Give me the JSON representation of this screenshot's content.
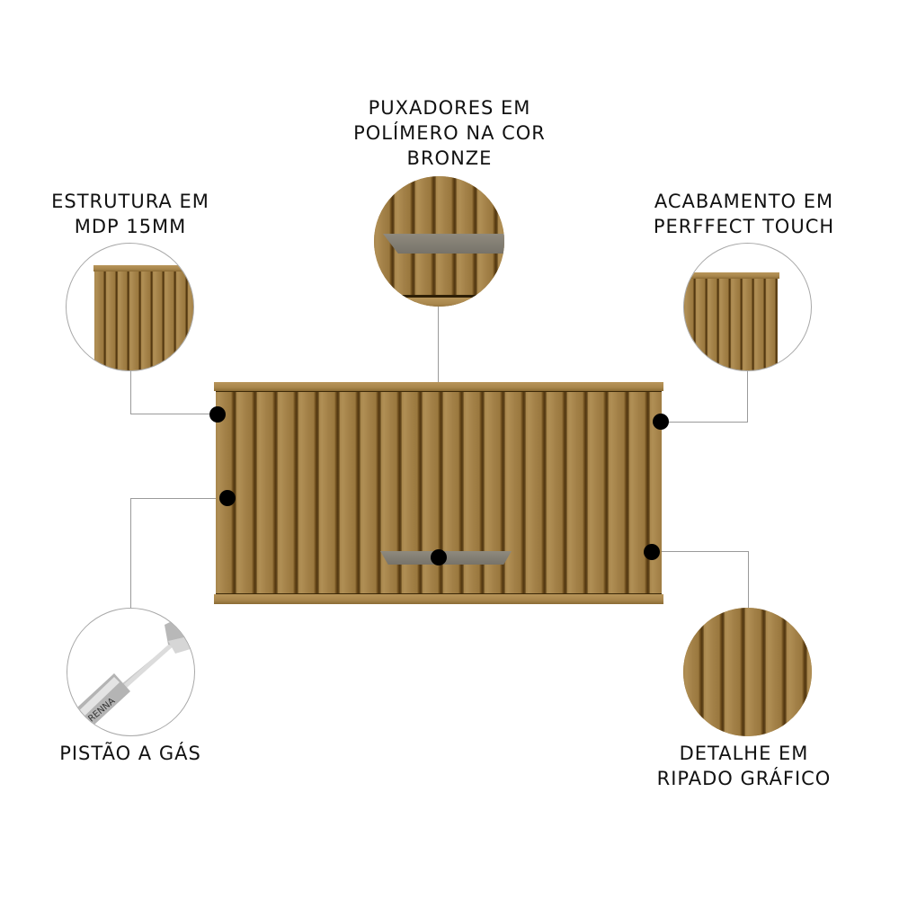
{
  "callouts": {
    "top": {
      "lines": [
        "PUXADORES EM",
        "POLÍMERO NA COR",
        "BRONZE"
      ]
    },
    "top_left": {
      "lines": [
        "ESTRUTURA EM",
        "MDP 15MM"
      ]
    },
    "top_right": {
      "lines": [
        "ACABAMENTO EM",
        "PERFFECT TOUCH"
      ]
    },
    "bottom_left": {
      "lines": [
        "PISTÃO A GÁS"
      ],
      "brand_on_piston": "RENNA"
    },
    "bottom_right": {
      "lines": [
        "DETALHE EM",
        "RIPADO GRÁFICO"
      ]
    }
  },
  "colors": {
    "wood": "#9e7b42",
    "groove": "#4e3510",
    "handle": "#7f7a70",
    "dot": "#000000",
    "leader_line": "#9a9a9a"
  }
}
